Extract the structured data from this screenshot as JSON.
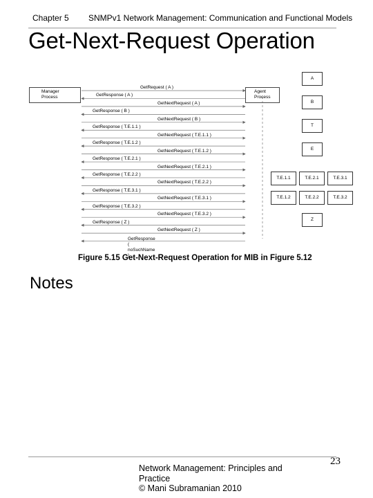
{
  "header": {
    "chapter": "Chapter 5",
    "subtitle": "SNMPv1 Network Management: Communication and Functional Models"
  },
  "slide_title": "Get-Next-Request Operation",
  "diagram": {
    "manager_label": "Manager Process",
    "agent_label": "Agent Process",
    "messages": [
      {
        "text": "GetRequest ( A )",
        "dir": "to-agent"
      },
      {
        "text": "GetResponse ( A )",
        "dir": "to-manager"
      },
      {
        "text": "GetNextRequest ( A )",
        "dir": "to-agent"
      },
      {
        "text": "GetResponse ( B )",
        "dir": "to-manager"
      },
      {
        "text": "GetNextRequest ( B )",
        "dir": "to-agent"
      },
      {
        "text": "GetResponse ( T.E.1.1 )",
        "dir": "to-manager"
      },
      {
        "text": "GetNextRequest ( T.E.1.1 )",
        "dir": "to-agent"
      },
      {
        "text": "GetResponse ( T.E.1.2 )",
        "dir": "to-manager"
      },
      {
        "text": "GetNextRequest ( T.E.1.2 )",
        "dir": "to-agent"
      },
      {
        "text": "GetResponse ( T.E.2.1 )",
        "dir": "to-manager"
      },
      {
        "text": "GetNextRequest ( T.E.2.1 )",
        "dir": "to-agent"
      },
      {
        "text": "GetResponse ( T.E.2.2 )",
        "dir": "to-manager"
      },
      {
        "text": "GetNextRequest ( T.E.2.2 )",
        "dir": "to-agent"
      },
      {
        "text": "GetResponse ( T.E.3.1 )",
        "dir": "to-manager"
      },
      {
        "text": "GetNextRequest ( T.E.3.1 )",
        "dir": "to-agent"
      },
      {
        "text": "GetResponse ( T.E.3.2 )",
        "dir": "to-manager"
      },
      {
        "text": "GetNextRequest ( T.E.3.2 )",
        "dir": "to-agent"
      },
      {
        "text": "GetResponse ( Z )",
        "dir": "to-manager"
      },
      {
        "text": "GetNextRequest ( Z )",
        "dir": "to-agent"
      },
      {
        "text": "GetResponse ( noSuchName )",
        "dir": "to-manager"
      }
    ],
    "mib_nodes": {
      "A": "A",
      "B": "B",
      "T": "T",
      "E": "E",
      "TE11": "T.E.1.1",
      "TE21": "T.E.2.1",
      "TE31": "T.E.3.1",
      "TE12": "T.E.1.2",
      "TE22": "T.E.2.2",
      "TE32": "T.E.3.2",
      "Z": "Z"
    }
  },
  "caption": "Figure 5.15 Get-Next-Request Operation for MIB in Figure 5.12",
  "notes_heading": "Notes",
  "footer": {
    "book": "Network Management: Principles and Practice",
    "copyright": "© Mani Subramanian 2010",
    "page": "23"
  }
}
